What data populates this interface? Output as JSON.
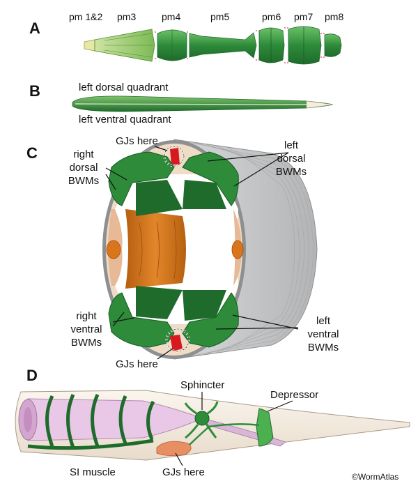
{
  "panels": {
    "a": "A",
    "b": "B",
    "c": "C",
    "d": "D"
  },
  "panel_a": {
    "labels": [
      "pm 1&2",
      "pm3",
      "pm4",
      "pm5",
      "pm6",
      "pm7",
      "pm8"
    ]
  },
  "panel_b": {
    "top_label": "left dorsal quadrant",
    "bottom_label": "left ventral quadrant"
  },
  "panel_c": {
    "gj_top": "GJs here",
    "gj_bottom": "GJs here",
    "right_dorsal": [
      "right",
      "dorsal",
      "BWMs"
    ],
    "left_dorsal": [
      "left",
      "dorsal",
      "BWMs"
    ],
    "right_ventral": [
      "right",
      "ventral",
      "BWMs"
    ],
    "left_ventral": [
      "left",
      "ventral",
      "BWMs"
    ]
  },
  "panel_d": {
    "sphincter": "Sphincter",
    "depressor": "Depressor",
    "si_muscle": "SI muscle",
    "gj": "GJs here"
  },
  "credit": "©WormAtlas",
  "colors": {
    "muscle_dark": "#1f6b2c",
    "muscle_mid": "#2e8b3a",
    "muscle_light": "#4caf50",
    "orange": "#d9761c",
    "red": "#d71920",
    "drum_grey": "#c9cacb",
    "tissue_beige": "#f1e9dd",
    "intestine_pink": "#e9c7e6"
  }
}
